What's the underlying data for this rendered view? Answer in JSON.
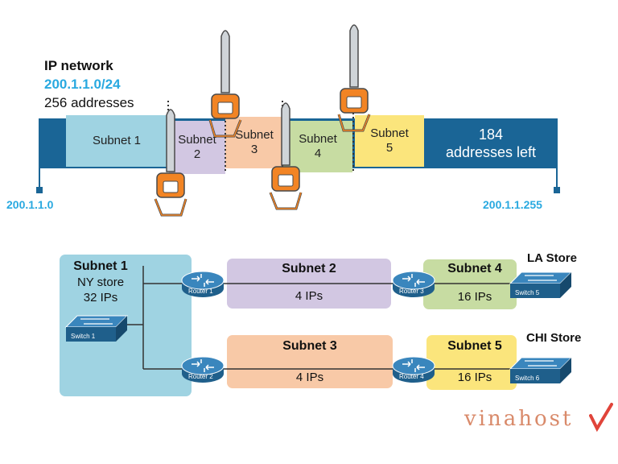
{
  "header": {
    "title": "IP network",
    "cidr": "200.1.1.0/24",
    "count": "256 addresses"
  },
  "range": {
    "start": "200.1.1.0",
    "end": "200.1.1.255"
  },
  "bar": {
    "subnet1": "Subnet 1",
    "subnet2": [
      "Subnet",
      "2"
    ],
    "subnet3": [
      "Subnet",
      "3"
    ],
    "subnet4": [
      "Subnet",
      "4"
    ],
    "subnet5": [
      "Subnet",
      "5"
    ],
    "left": [
      "184",
      "addresses left"
    ]
  },
  "topology": {
    "ny": {
      "title": "Subnet 1",
      "line1": "NY store",
      "line2": "32 IPs"
    },
    "s2": {
      "title": "Subnet 2",
      "ips": "4 IPs"
    },
    "s3": {
      "title": "Subnet 3",
      "ips": "4 IPs"
    },
    "s4": {
      "title": "Subnet 4",
      "ips": "16 IPs"
    },
    "s5": {
      "title": "Subnet 5",
      "ips": "16 IPs"
    },
    "la": "LA Store",
    "chi": "CHI Store",
    "devices": {
      "switch1": "Switch 1",
      "switch5": "Switch 5",
      "switch6": "Switch 6",
      "router1": "Router 1",
      "router2": "Router 2",
      "router3": "Router 3",
      "router4": "Router 4"
    }
  },
  "watermark": "vinahost",
  "colors": {
    "bar_dark": "#1a6596",
    "subnet1": "#9fd3e2",
    "subnet2": "#d2c7e2",
    "subnet3": "#f8c9a7",
    "subnet4": "#c7dca2",
    "subnet5": "#fbe57c",
    "device": "#2c77a9",
    "saw": "#f28424"
  },
  "icons": [
    "chainsaw-icon",
    "router-icon",
    "switch-icon",
    "checkmark-icon"
  ]
}
